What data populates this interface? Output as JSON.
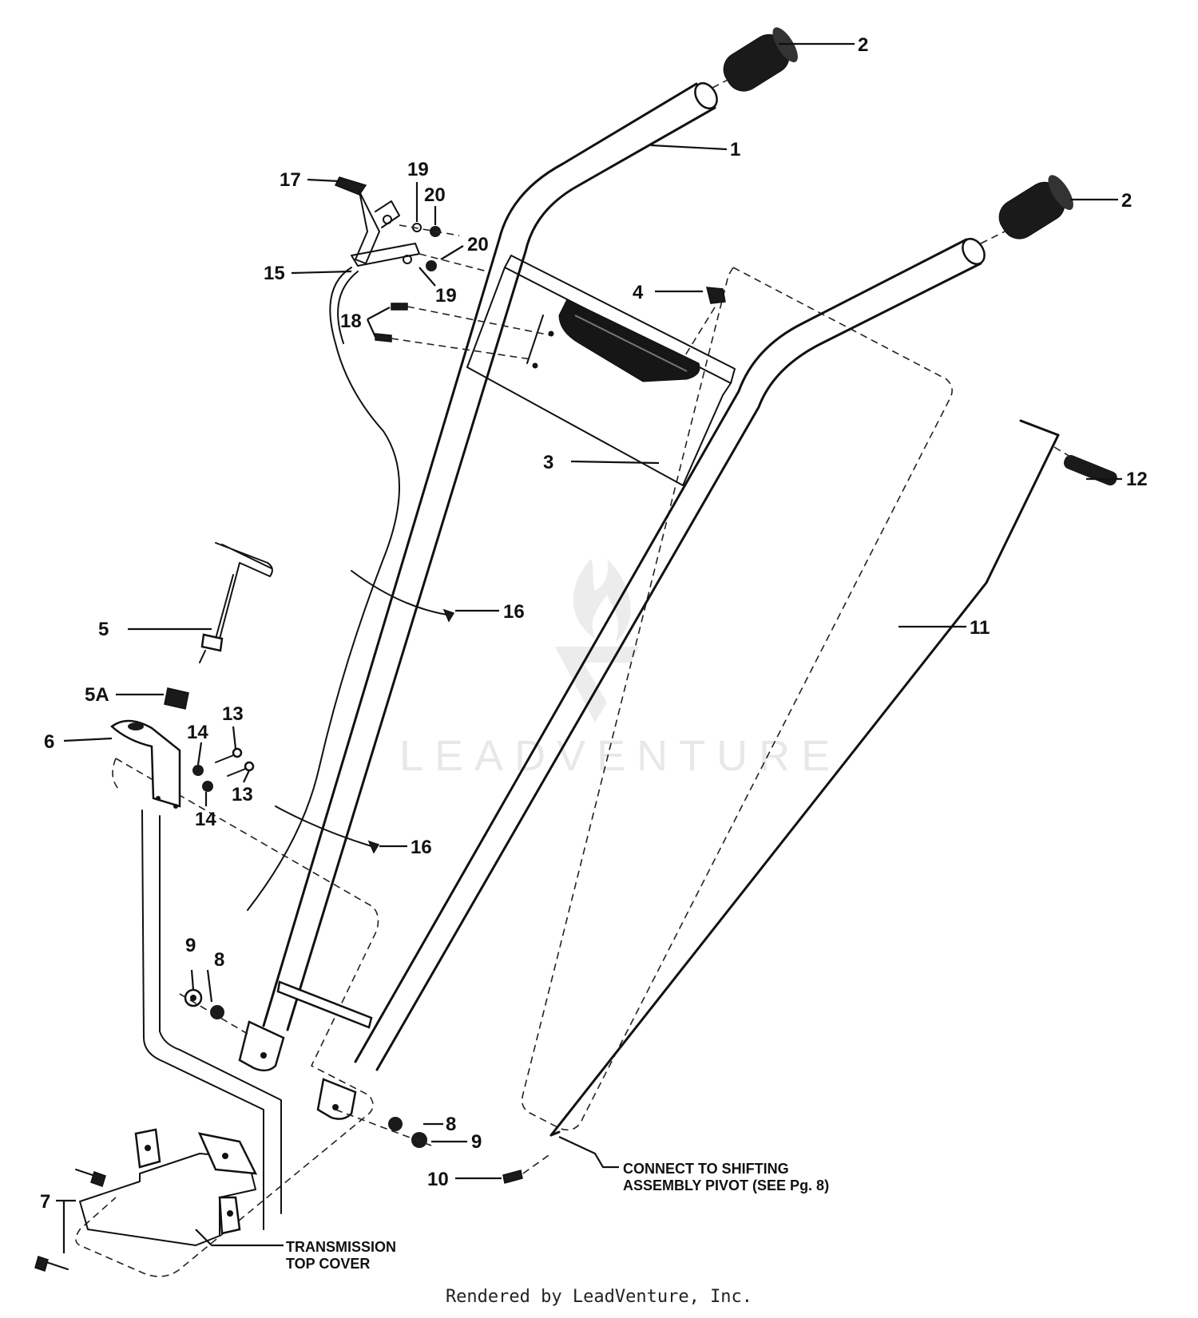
{
  "callouts": {
    "p1": "1",
    "p2a": "2",
    "p2b": "2",
    "p3": "3",
    "p4": "4",
    "p5": "5",
    "p5a": "5A",
    "p6": "6",
    "p7": "7",
    "p8a": "8",
    "p8b": "8",
    "p9a": "9",
    "p9b": "9",
    "p10": "10",
    "p11": "11",
    "p12": "12",
    "p13a": "13",
    "p13b": "13",
    "p14a": "14",
    "p14b": "14",
    "p15": "15",
    "p16a": "16",
    "p16b": "16",
    "p17": "17",
    "p18": "18",
    "p19a": "19",
    "p19b": "19",
    "p20a": "20",
    "p20b": "20"
  },
  "notes": {
    "shifting_line1": "CONNECT TO SHIFTING",
    "shifting_line2": "ASSEMBLY PIVOT (SEE Pg. 8)",
    "transmission_line1": "TRANSMISSION",
    "transmission_line2": "TOP COVER"
  },
  "watermark": "LEADVENTURE",
  "footer": "Rendered by LeadVenture, Inc."
}
